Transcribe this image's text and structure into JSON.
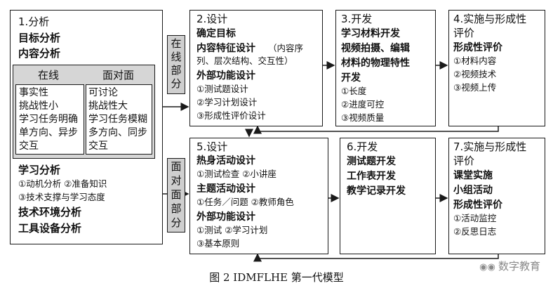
{
  "left_panel": {
    "title": "1.分析",
    "goal": "目标分析",
    "content": "内容分析",
    "online_header": "在线",
    "f2f_header": "面对面",
    "online_lines": [
      "事实性",
      "挑战性小",
      "学习任务明确",
      "单方向、异步",
      "交互"
    ],
    "f2f_lines": [
      "可讨论",
      "挑战性大",
      "学习任务模糊",
      "多方向、同步",
      "交互"
    ],
    "learning": "学习分析",
    "learning_l1": "①动机分析 ②准备知识",
    "learning_l2": "③技术支撑与学习态度",
    "tech_env": "技术环境分析",
    "tool": "工具设备分析"
  },
  "online_label": [
    "在",
    "线",
    "部",
    "分"
  ],
  "f2f_label": [
    "面",
    "对",
    "面",
    "部",
    "分"
  ],
  "top": {
    "design": {
      "title": "2.设计",
      "line1": "确定目标",
      "line2": "内容特征设计",
      "line2_note": "（内容序",
      "line3": "列、层次结构、交互性）",
      "line4": "外部功能设计",
      "items": [
        "①测试题设计",
        "②学习计划设计",
        "③形成性评价设计"
      ]
    },
    "develop": {
      "title": "3.开发",
      "line1": "学习材料开发",
      "line2": "视频拍摄、编辑",
      "line3": "材料的物理特性",
      "line4": "开发",
      "items": [
        "①长度",
        "②进度可控",
        "③视频质量"
      ]
    },
    "implement": {
      "title1": "4.实施与形成性",
      "title2": "评价",
      "line1": "形成性评价",
      "items": [
        "①材料内容",
        "②视频技术",
        "③视频上传"
      ]
    }
  },
  "bottom": {
    "design": {
      "title": "5.设计",
      "line1": "热身活动设计",
      "line1_items": "①测试检查 ②小讲座",
      "line2": "主题活动设计",
      "line2_items": "①任务／问题 ②教师角色",
      "line3": "外部功能设计",
      "line3_items": "①测试 ②学习计划",
      "line3_items2": "③基本原则"
    },
    "develop": {
      "title": "6.开发",
      "line1": "测试题开发",
      "line2": "工作表开发",
      "line3": "教学记录开发"
    },
    "implement": {
      "title1": "7.实施与形成性",
      "title2": "评价",
      "line1": "课堂实施",
      "line2": "小组活动",
      "line3": "形成性评价",
      "items": [
        "①活动监控",
        "②反思日志"
      ]
    }
  },
  "caption": "图 2   IDMFLHE 第一代模型",
  "watermark": "数字教育"
}
